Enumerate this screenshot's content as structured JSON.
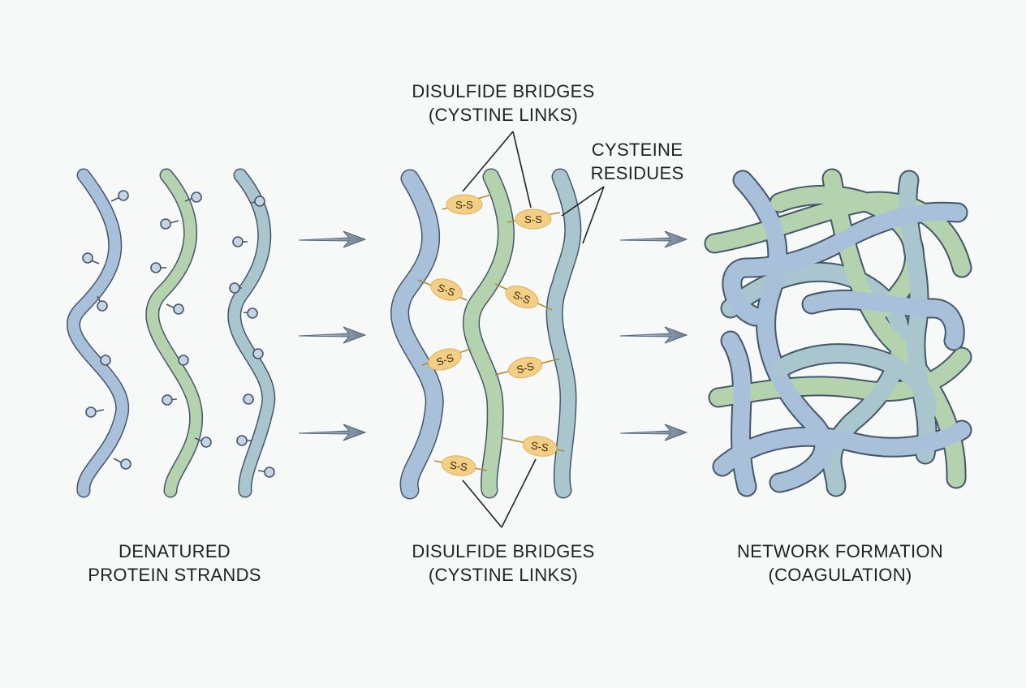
{
  "labels": {
    "denatured": [
      "DENATURED",
      "PROTEIN STRANDS"
    ],
    "bridges_bottom": [
      "DISULFIDE BRIDGES",
      "(CYSTINE LINKS)"
    ],
    "bridges_top": [
      "DISULFIDE BRIDGES",
      "(CYSTINE LINKS)"
    ],
    "cysteine": [
      "CYSTEINE",
      "RESIDUES"
    ],
    "network": [
      "NETWORK FORMATION",
      "(COAGULATION)"
    ]
  },
  "bond_text": "S-S",
  "colors": {
    "strand_blue": "#a9c0da",
    "strand_green": "#b5d2ae",
    "strand_teal": "#a9c6cf",
    "outline": "#45576a",
    "bond": "#f3cf86",
    "arrow": "#6f8093"
  }
}
